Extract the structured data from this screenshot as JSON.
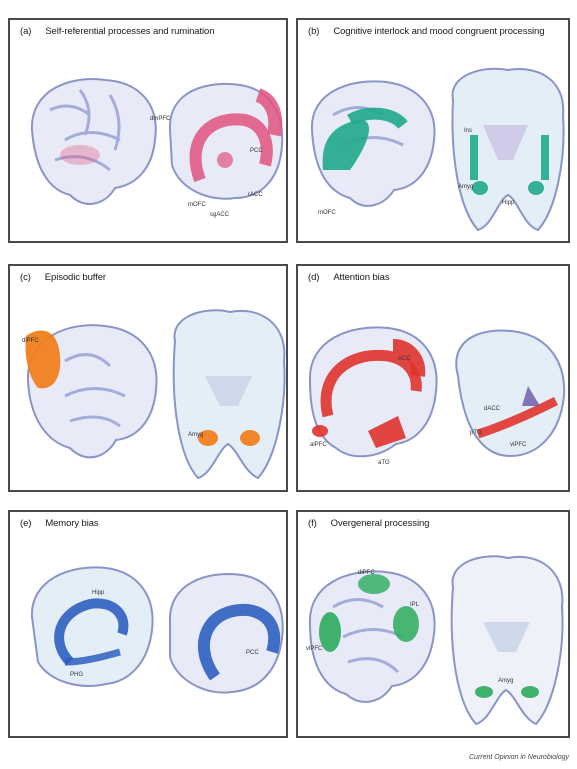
{
  "panels": [
    {
      "letter": "(a)",
      "title": "Self-referential processes and rumination",
      "labels": [
        "dmPFC",
        "PCC",
        "mOFC",
        "sgACC",
        "rACC"
      ],
      "region_color": "#e0527d"
    },
    {
      "letter": "(b)",
      "title": "Cognitive interlock and mood congruent processing",
      "labels": [
        "mOFC",
        "Amyg",
        "Hipp",
        "Ins"
      ],
      "region_color": "#1fa88a"
    },
    {
      "letter": "(c)",
      "title": "Episodic buffer",
      "labels": [
        "dlPFC",
        "Amyg"
      ],
      "region_color": "#f07f1e"
    },
    {
      "letter": "(d)",
      "title": "Attention bias",
      "labels": [
        "ACC",
        "alPFC",
        "aTG",
        "dACC",
        "pTG",
        "vlPFC"
      ],
      "region_color": "#e0332e"
    },
    {
      "letter": "(e)",
      "title": "Memory bias",
      "labels": [
        "Hipp",
        "PHG",
        "PCC"
      ],
      "region_color": "#2e5fbf"
    },
    {
      "letter": "(f)",
      "title": "Overgeneral processing",
      "labels": [
        "vlPFC",
        "dlPFC",
        "IPL",
        "Amyg"
      ],
      "region_color": "#2bab5c"
    }
  ],
  "credit": "Current Opinion in Neurobiology"
}
